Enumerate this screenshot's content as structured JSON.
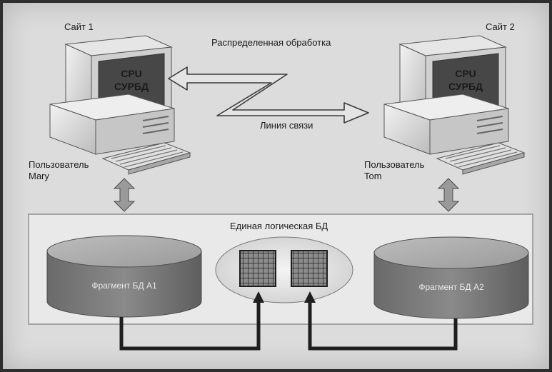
{
  "site1": {
    "title": "Сайт 1",
    "screen_line1": "CPU",
    "screen_line2": "СУРБД",
    "user_line1": "Пользователь",
    "user_line2": "Mary"
  },
  "site2": {
    "title": "Сайт 2",
    "screen_line1": "CPU",
    "screen_line2": "СУРБД",
    "user_line1": "Пользователь",
    "user_line2": "Tom"
  },
  "distributed_processing_label": "Распределенная обработка",
  "link_label": "Линия связи",
  "logical_db_label": "Единая логическая БД",
  "fragment_a1_label": "Фрагмент БД А1",
  "fragment_a2_label": "Фрагмент БД А2",
  "colors": {
    "background": "#dcdcdc",
    "cylinder_body": "#7a7a7a",
    "cylinder_top": "#a8a8a8",
    "screen": "#4a4a4a",
    "grid": "#2a2a2a",
    "connector": "#1e1e1e"
  }
}
